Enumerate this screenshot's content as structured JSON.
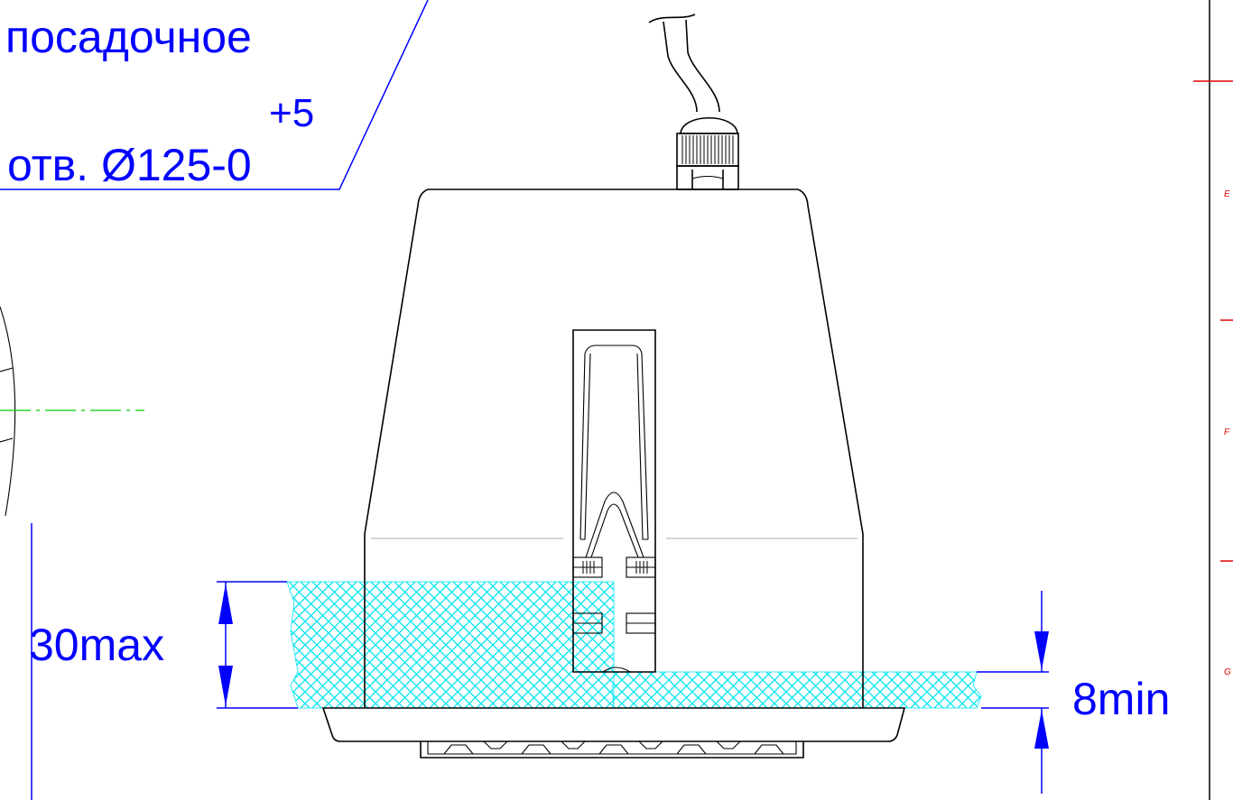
{
  "note": {
    "line1": "посадочное",
    "tolerance": "+5",
    "line3": "отв. Ø125-0"
  },
  "dimensions": {
    "thickness_max": "30max",
    "thickness_min": "8min"
  },
  "frame": {
    "zone_letters": [
      "E",
      "F",
      "G"
    ]
  },
  "colors": {
    "dimension": "#0000ff",
    "hatch": "#00e5f0",
    "centerline": "#00cc00",
    "frame_marks": "#e00000",
    "outline": "#000000"
  }
}
